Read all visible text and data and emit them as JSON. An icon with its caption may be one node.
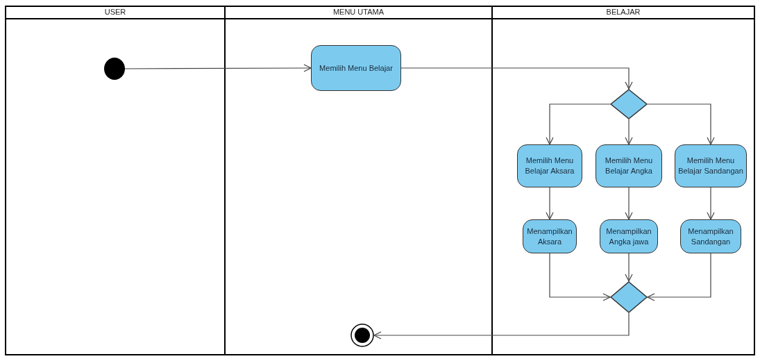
{
  "diagram": {
    "nodes": [
      {
        "text": [
          "USER"
        ]
      },
      {
        "text": [
          "MENU UTAMA"
        ]
      },
      {
        "text": [
          "BELAJAR"
        ]
      },
      {
        "text": [],
        "shape": "circle",
        "in": 0
      },
      {
        "text": [
          "Memilih Menu Belajar"
        ],
        "in": 1
      },
      {
        "text": [],
        "shape": "diamond",
        "in": 2
      },
      {
        "text": [
          "Memilih Menu Belajar Aksara"
        ],
        "in": 2
      },
      {
        "text": [
          "Memilih Menu Belajar Angka"
        ],
        "in": 2
      },
      {
        "text": [
          "Memilih Menu Belajar Sandangan"
        ],
        "in": 2
      },
      {
        "text": [
          "Menampilkan Aksara"
        ],
        "in": 2
      },
      {
        "text": [
          "Menampilkan Angka jawa"
        ],
        "in": 2
      },
      {
        "text": [
          "Menampilkan Sandangan"
        ],
        "in": 2
      },
      {
        "text": [],
        "shape": "diamond",
        "in": 2
      },
      {
        "text": [],
        "shape": "bullseye",
        "in": 1
      }
    ],
    "edges": [
      {
        "from": 3,
        "to": 4,
        "arrow": "to"
      },
      {
        "from": 4,
        "to": 5,
        "arrow": "to"
      },
      {
        "from": 5,
        "to": 6,
        "arrow": "to"
      },
      {
        "from": 5,
        "to": 7,
        "arrow": "to"
      },
      {
        "from": 5,
        "to": 8,
        "arrow": "to"
      },
      {
        "from": 6,
        "to": 9,
        "arrow": "to"
      },
      {
        "from": 7,
        "to": 10,
        "arrow": "to"
      },
      {
        "from": 8,
        "to": 11,
        "arrow": "to"
      },
      {
        "from": 9,
        "to": 12,
        "arrow": "to"
      },
      {
        "from": 10,
        "to": 12,
        "arrow": "to"
      },
      {
        "from": 11,
        "to": 12,
        "arrow": "to"
      },
      {
        "from": 12,
        "to": 13,
        "arrow": "to"
      }
    ]
  }
}
